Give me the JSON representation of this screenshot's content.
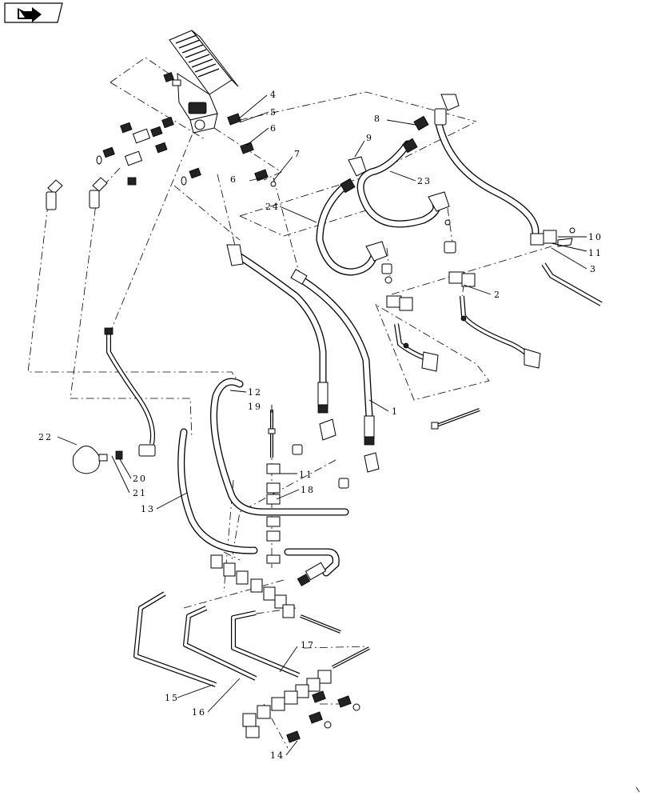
{
  "nav": {
    "icon": "next-page-arrow-icon"
  },
  "callouts": {
    "c1": "1",
    "c2": "2",
    "c3": "3",
    "c4": "4",
    "c5": "5",
    "c6a": "6",
    "c6b": "6",
    "c7": "7",
    "c8": "8",
    "c9": "9",
    "c10": "10",
    "c11a": "11",
    "c11b": "11",
    "c12": "12",
    "c13": "13",
    "c14": "14",
    "c15": "15",
    "c16": "16",
    "c17": "17",
    "c18": "18",
    "c19": "19",
    "c20": "20",
    "c21": "21",
    "c22": "22",
    "c23": "23",
    "c24": "24"
  }
}
